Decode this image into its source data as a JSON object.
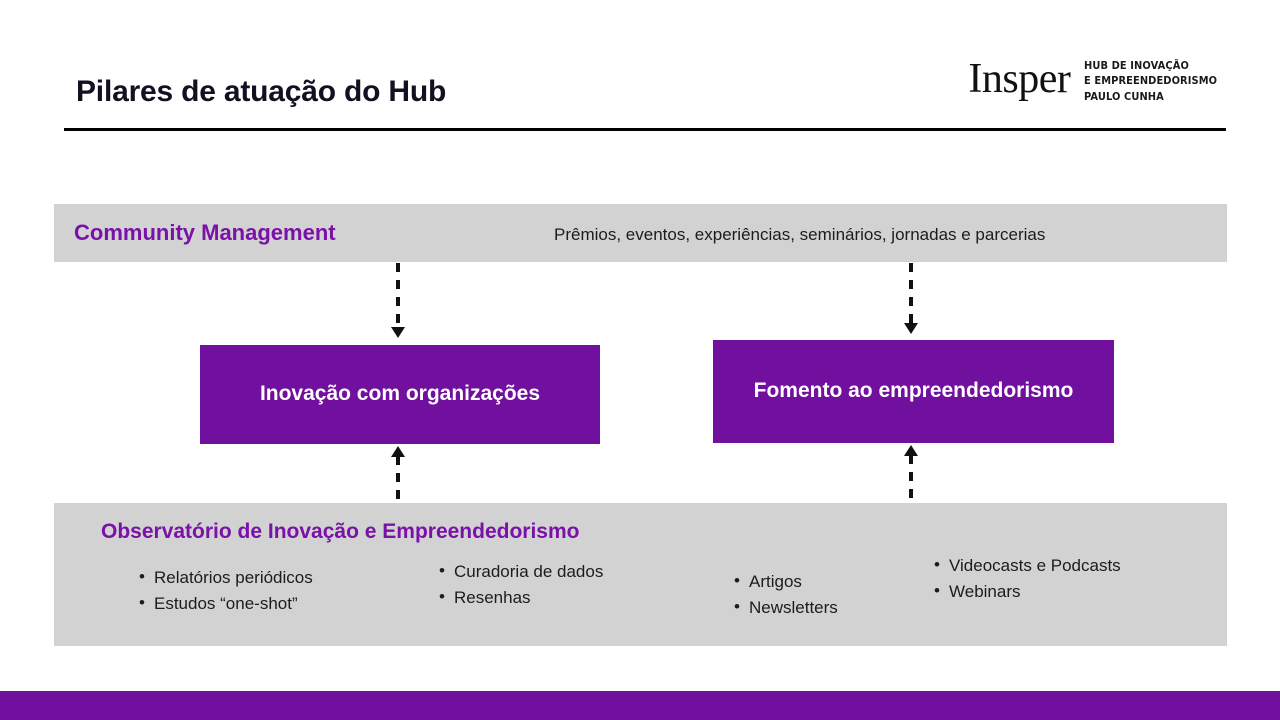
{
  "slide": {
    "title": "Pilares de atuação do Hub",
    "accent_purple": "#710f9e",
    "title_purple": "#7a11a8",
    "band_gray": "#d2d2d2",
    "text_dark": "#1c1c1c"
  },
  "logo": {
    "wordmark": "Insper",
    "line1": "HUB DE INOVAÇÃO",
    "line2": "E EMPREENDEDORISMO",
    "line3": "PAULO CUNHA"
  },
  "community": {
    "title": "Community Management",
    "description": "Prêmios, eventos, experiências, seminários, jornadas e parcerias"
  },
  "pillars": [
    {
      "label": "Inovação com organizações"
    },
    {
      "label": "Fomento ao empreendedorismo"
    }
  ],
  "observatory": {
    "title": "Observatório de Inovação e Empreendedorismo",
    "columns": [
      {
        "items": [
          "Relatórios periódicos",
          "Estudos “one-shot”"
        ]
      },
      {
        "items": [
          "Curadoria de dados",
          "Resenhas"
        ]
      },
      {
        "items": [
          "Artigos",
          "Newsletters"
        ]
      },
      {
        "items": [
          "Videocasts e Podcasts",
          "Webinars"
        ]
      }
    ]
  }
}
